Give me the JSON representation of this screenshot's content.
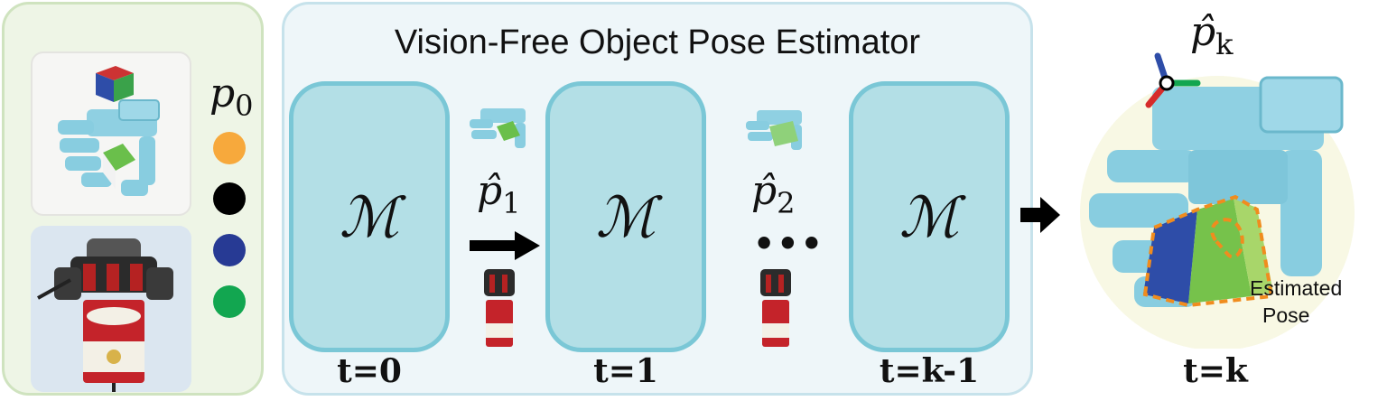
{
  "center": {
    "title": "Vision-Free Object Pose Estimator",
    "model_symbol": "ℳ",
    "steps": [
      "t=0",
      "t=1",
      "t=k-1"
    ],
    "estimates": [
      {
        "symbol": "p̂",
        "sub": "1"
      },
      {
        "symbol": "p̂",
        "sub": "2"
      }
    ],
    "ellipsis": "•••"
  },
  "left": {
    "initial_symbol": "p",
    "initial_sub": "0",
    "dot_colors": [
      "#f7a93c",
      "#000000",
      "#273a94",
      "#12a650"
    ]
  },
  "right": {
    "estimate_symbol": "p̂",
    "estimate_sub": "k",
    "estimated_pose_label_line1": "Estimated",
    "estimated_pose_label_line2": "Pose",
    "step": "t=k"
  }
}
